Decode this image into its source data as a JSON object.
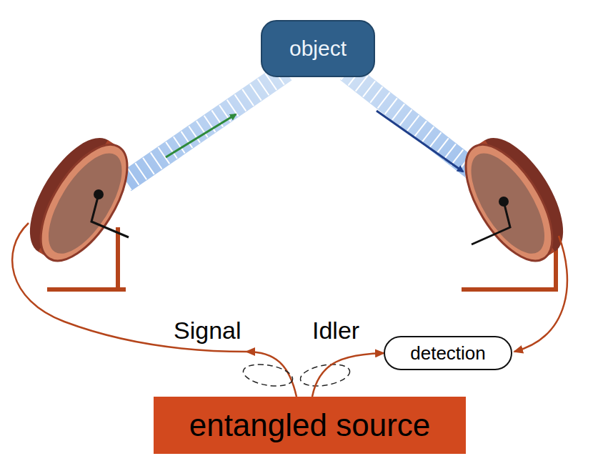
{
  "diagram": {
    "nodes": [
      {
        "text": [
          "object"
        ]
      },
      {
        "text": [
          "detection"
        ]
      },
      {
        "text": [
          "entangled source"
        ]
      }
    ],
    "edges": [
      {
        "from": 2,
        "to": 1,
        "arrow": "to",
        "label": "Idler"
      }
    ],
    "labels": [
      "Signal"
    ]
  }
}
